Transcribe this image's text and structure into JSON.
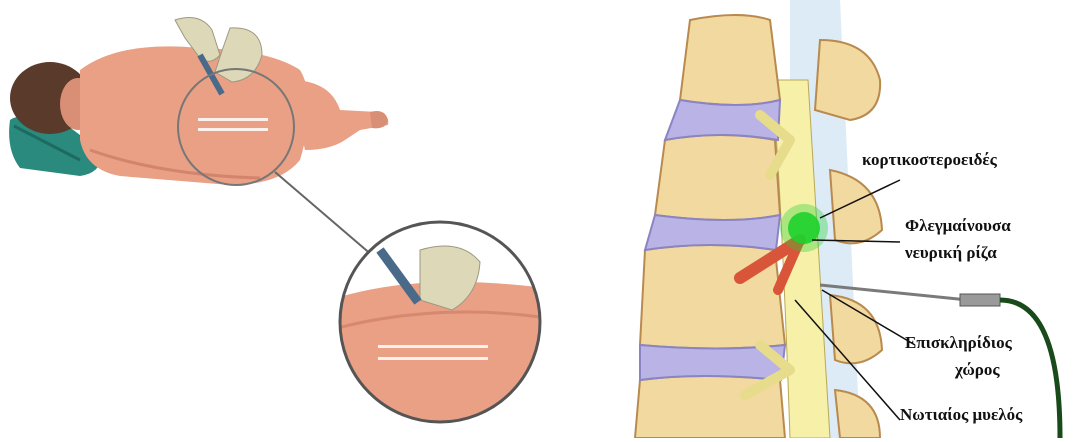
{
  "labels": {
    "corticosteroids": "κορτικοστεροειδές",
    "inflamed_root_line1": "Φλεγμαίνουσα",
    "inflamed_root_line2": "νευρική ρίζα",
    "epidural_line1": "Επισκληρίδιος",
    "epidural_line2": "χώρος",
    "spinal_cord": "Νωτιαίος μυελός"
  },
  "colors": {
    "skin": "#e9a085",
    "skin_shadow": "#c97862",
    "bone": "#f2d9a0",
    "disc": "#b9b3e6",
    "cord": "#f6f0a8",
    "inflamed_root": "#d9553a",
    "steroid": "#1fd12e",
    "glove": "#dcd8b8",
    "pillow": "#2a8a7e",
    "hair": "#5a3a2a"
  },
  "icons": [
    "syringe-icon",
    "magnifier-circle-icon"
  ]
}
